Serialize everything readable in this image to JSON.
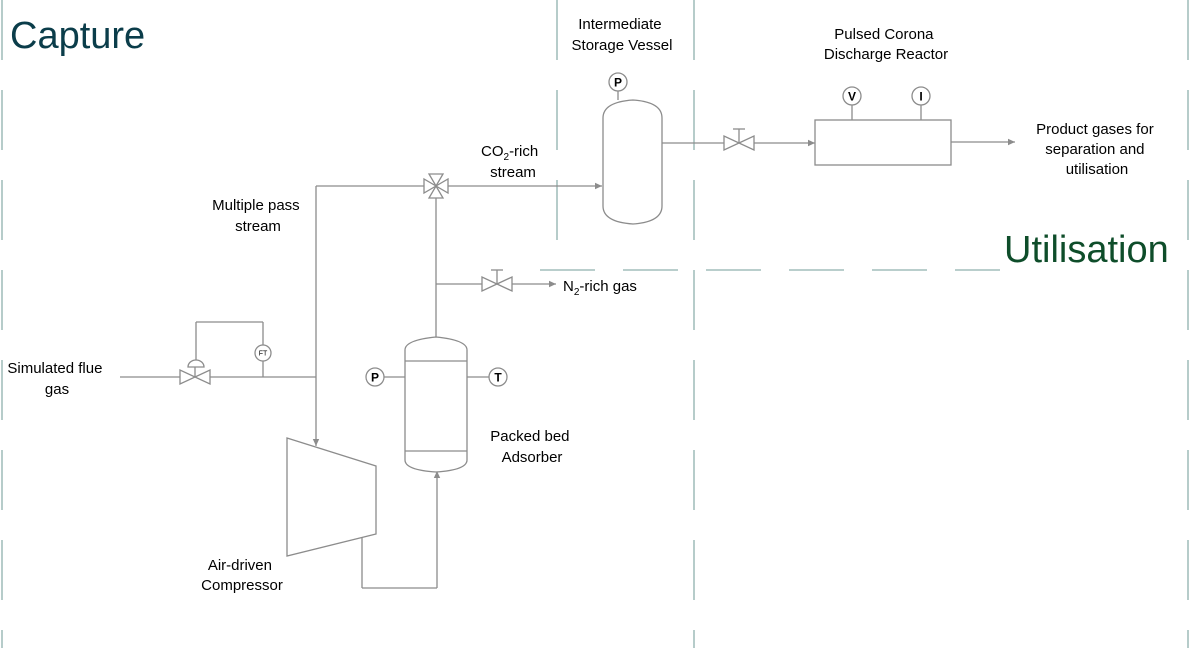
{
  "colors": {
    "capture_title": "#0b3d4a",
    "utilisation_title": "#0e4d2a",
    "divider": "#8fb0ad",
    "lines": "#8c8c8c"
  },
  "zones": {
    "capture": "Capture",
    "utilisation": "Utilisation"
  },
  "labels": {
    "storage_vessel": [
      "Intermediate",
      "Storage Vessel"
    ],
    "reactor": [
      "Pulsed Corona",
      "Discharge Reactor"
    ],
    "product_gases": [
      "Product gases for",
      "separation and",
      "utilisation"
    ],
    "co2_stream": {
      "main": "CO",
      "sub": "2",
      "rest": "-rich",
      "line2": "stream"
    },
    "multiple_pass": [
      "Multiple pass",
      "stream"
    ],
    "n2_gas": {
      "main": "N",
      "sub": "2",
      "rest": "-rich gas"
    },
    "flue_gas": [
      "Simulated flue",
      "gas"
    ],
    "adsorber": [
      "Packed bed",
      "Adsorber"
    ],
    "compressor": [
      "Air-driven",
      "Compressor"
    ]
  },
  "instruments": {
    "vessel_pressure": "P",
    "reactor_voltage": "V",
    "reactor_current": "I",
    "flow_transmitter": "FT",
    "adsorber_pressure": "P",
    "adsorber_temperature": "T"
  }
}
